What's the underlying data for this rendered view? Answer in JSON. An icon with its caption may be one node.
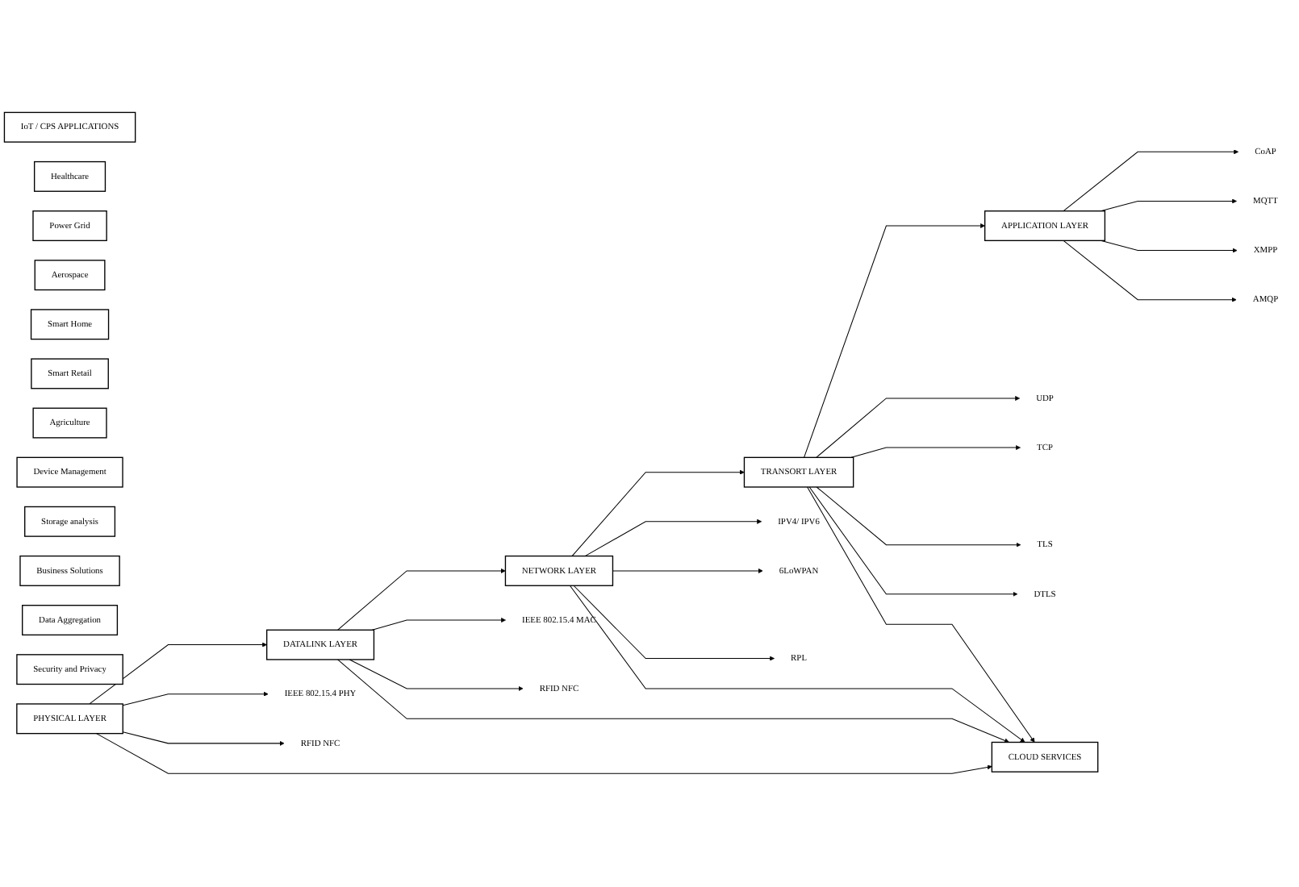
{
  "diagram": {
    "nodes": [
      {
        "text": [
          "IoT / CPS APPLICATIONS"
        ]
      },
      {
        "text": [
          "Healthcare"
        ]
      },
      {
        "text": [
          "Power Grid"
        ]
      },
      {
        "text": [
          "Aerospace"
        ]
      },
      {
        "text": [
          "Smart Home"
        ]
      },
      {
        "text": [
          "Smart Retail"
        ]
      },
      {
        "text": [
          "Agriculture"
        ]
      },
      {
        "text": [
          "CLOUD SERVICES"
        ]
      },
      {
        "text": [
          "Device Management"
        ]
      },
      {
        "text": [
          "Storage analysis"
        ]
      },
      {
        "text": [
          "Business Solutions"
        ]
      },
      {
        "text": [
          "Data Aggregation"
        ]
      },
      {
        "text": [
          "Security and Privacy"
        ]
      },
      {
        "text": [
          "APPLICATION LAYER"
        ]
      },
      {
        "text": [
          "CoAP"
        ]
      },
      {
        "text": [
          "MQTT"
        ]
      },
      {
        "text": [
          "XMPP"
        ]
      },
      {
        "text": [
          "AMQP"
        ]
      },
      {
        "text": [
          "TRANSORT LAYER"
        ]
      },
      {
        "text": [
          "UDP"
        ]
      },
      {
        "text": [
          "TCP"
        ]
      },
      {
        "text": [
          "TLS"
        ]
      },
      {
        "text": [
          "DTLS"
        ]
      },
      {
        "text": [
          "NETWORK LAYER"
        ]
      },
      {
        "text": [
          "IPV4/ IPV6"
        ]
      },
      {
        "text": [
          "6LoWPAN"
        ]
      },
      {
        "text": [
          "RPL"
        ]
      },
      {
        "text": [
          "DATALINK LAYER"
        ]
      },
      {
        "text": [
          "IEEE 802.15.4 MAC"
        ]
      },
      {
        "text": [
          "RFID NFC"
        ]
      },
      {
        "text": [
          "PHYSICAL LAYER"
        ]
      },
      {
        "text": [
          "IEEE 802.15.4 PHY"
        ]
      },
      {
        "text": [
          "RFID NFC"
        ]
      }
    ],
    "edges": [
      {
        "from": 30,
        "to": 27,
        "arrow": "to"
      },
      {
        "from": 27,
        "to": 23,
        "arrow": "to"
      },
      {
        "from": 23,
        "to": 18,
        "arrow": "to"
      },
      {
        "from": 18,
        "to": 13,
        "arrow": "to"
      },
      {
        "from": 13,
        "to": 14,
        "arrow": "to"
      },
      {
        "from": 13,
        "to": 15,
        "arrow": "to"
      },
      {
        "from": 13,
        "to": 16,
        "arrow": "to"
      },
      {
        "from": 13,
        "to": 17,
        "arrow": "to"
      },
      {
        "from": 18,
        "to": 19,
        "arrow": "to"
      },
      {
        "from": 18,
        "to": 20,
        "arrow": "to"
      },
      {
        "from": 18,
        "to": 21,
        "arrow": "to"
      },
      {
        "from": 18,
        "to": 22,
        "arrow": "to"
      },
      {
        "from": 23,
        "to": 24,
        "arrow": "to"
      },
      {
        "from": 23,
        "to": 25,
        "arrow": "to"
      },
      {
        "from": 23,
        "to": 26,
        "arrow": "to"
      },
      {
        "from": 27,
        "to": 28,
        "arrow": "to"
      },
      {
        "from": 27,
        "to": 29,
        "arrow": "to"
      },
      {
        "from": 30,
        "to": 31,
        "arrow": "to"
      },
      {
        "from": 30,
        "to": 32,
        "arrow": "to"
      },
      {
        "from": 30,
        "to": 7,
        "arrow": "to"
      },
      {
        "from": 27,
        "to": 7,
        "arrow": "to"
      },
      {
        "from": 23,
        "to": 7,
        "arrow": "to"
      },
      {
        "from": 18,
        "to": 7,
        "arrow": "to"
      }
    ]
  }
}
